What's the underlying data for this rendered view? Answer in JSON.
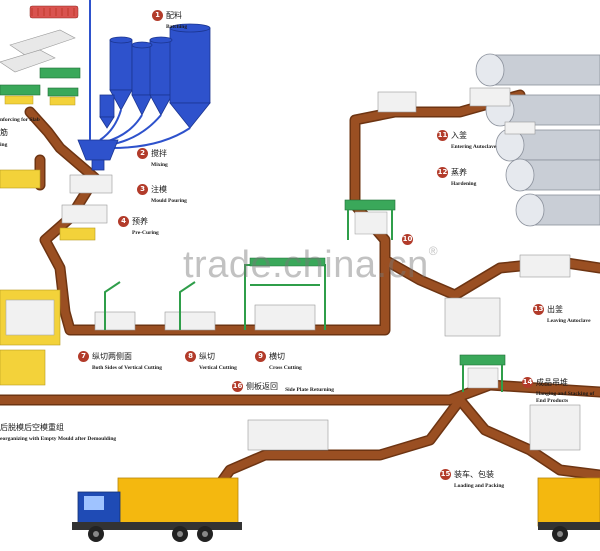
{
  "colors": {
    "conveyor": "#9a4f22",
    "conveyor_edge": "#6d3412",
    "silo": "#2e52cc",
    "frame_green": "#2f9e4a",
    "block_white": "#f1f1f1",
    "mould_yellow": "#f3d23a",
    "truck_cab": "#1f4bb5",
    "truck_box": "#f4b80f",
    "autoclave": "#c9ced6",
    "step_badge": "#b23b2a"
  },
  "watermark": {
    "text": "trade.china.cn",
    "mark": "®"
  },
  "steps": [
    {
      "num": "1",
      "zh": "配料",
      "en": "Batching"
    },
    {
      "num": "2",
      "zh": "搅拌",
      "en": "Mixing"
    },
    {
      "num": "3",
      "zh": "注模",
      "en": "Mould Pouring"
    },
    {
      "num": "4",
      "zh": "预养",
      "en": "Pre-Curing"
    },
    {
      "num": "7",
      "zh": "纵切两侧面",
      "en": "Both Sides of Vertical Cutting"
    },
    {
      "num": "8",
      "zh": "纵切",
      "en": "Vertical Cutting"
    },
    {
      "num": "9",
      "zh": "横切",
      "en": "Cross Cutting"
    },
    {
      "num": "10",
      "zh": "",
      "en": ""
    },
    {
      "num": "11",
      "zh": "入釜",
      "en": "Entering Autoclave"
    },
    {
      "num": "12",
      "zh": "蒸养",
      "en": "Hardening"
    },
    {
      "num": "13",
      "zh": "出釜",
      "en": "Leaving Autoclave"
    },
    {
      "num": "14",
      "zh": "成品吊堆",
      "en": "Hanging and Stacking of",
      "en2": "End Products"
    },
    {
      "num": "15",
      "zh": "装车、包装",
      "en": "Loading and Packing"
    },
    {
      "num": "16",
      "zh": "侧板返回",
      "en": "Side Plate Returning"
    }
  ],
  "partial_labels": {
    "slab": "nforcing for Slab",
    "slab_zh": "筋",
    "slab_cut": "ing",
    "reorg_zh": "后脱模后空模重组",
    "reorg_en": "eorganizing with Empty Mould after Demoulding"
  }
}
